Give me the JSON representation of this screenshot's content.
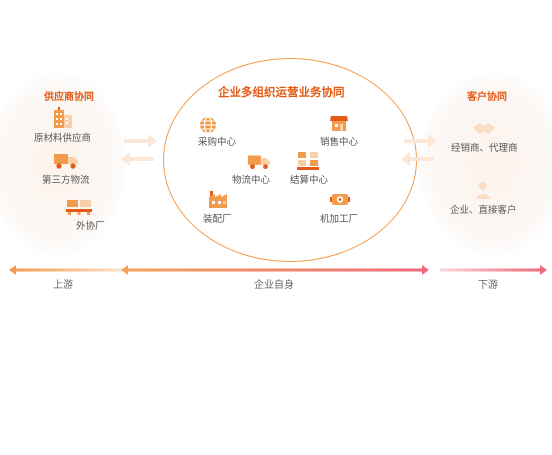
{
  "left": {
    "title": "供应商协同",
    "items": [
      "原材料供应商",
      "第三方物流",
      "外协厂"
    ]
  },
  "center": {
    "title": "企业多组织运营业务协同",
    "items": [
      "采购中心",
      "销售中心",
      "物流中心",
      "结算中心",
      "装配厂",
      "机加工厂"
    ]
  },
  "right": {
    "title": "客户协同",
    "items": [
      "经销商、代理商",
      "企业、直接客户"
    ]
  },
  "axis": {
    "left": "上游",
    "center": "企业自身",
    "right": "下游"
  },
  "colors": {
    "accent": "#e35b16",
    "orange": "#f39b4c",
    "pink": "#ee6a7a",
    "icon_light": "#f8cfa8"
  }
}
